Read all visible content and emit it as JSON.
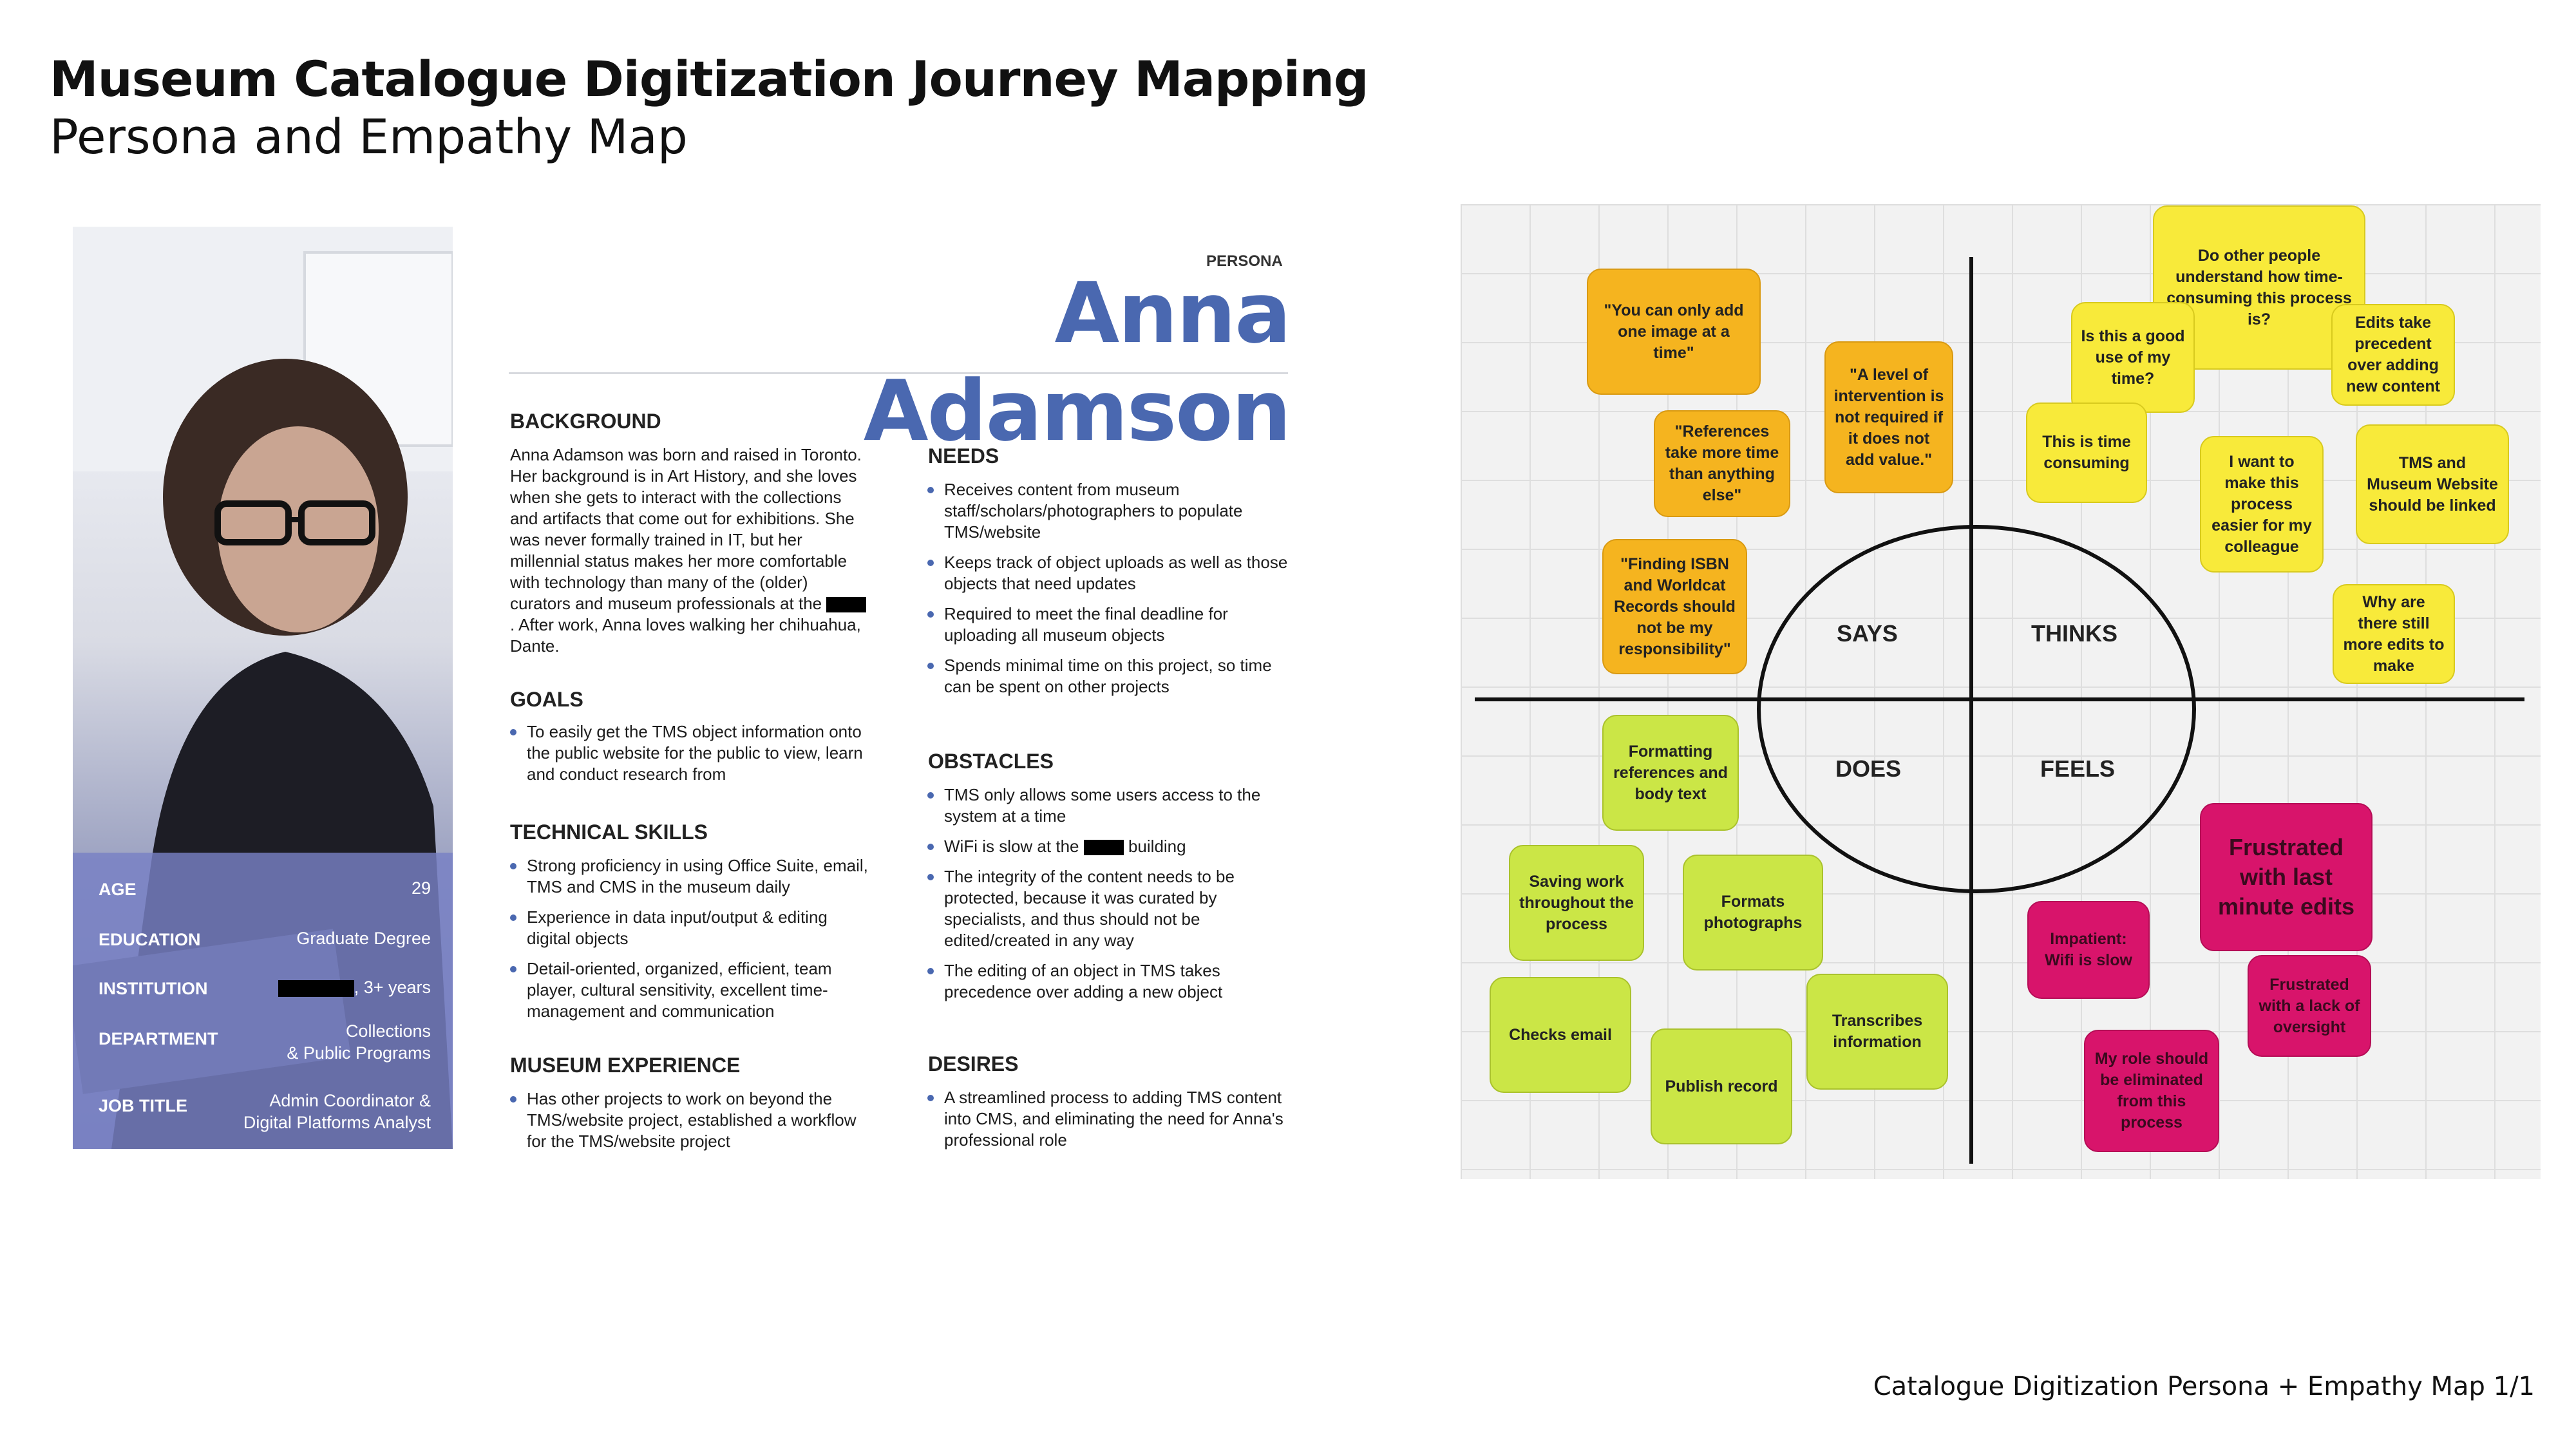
{
  "header": {
    "title": "Museum Catalogue Digitization Journey Mapping",
    "subtitle": "Persona and Empathy Map"
  },
  "footer": "Catalogue Digitization Persona + Empathy Map 1/1",
  "persona": {
    "tag": "PERSONA",
    "name": "Anna Adamson",
    "overlay": {
      "age_label": "AGE",
      "age_value": "29",
      "education_label": "EDUCATION",
      "education_value": "Graduate Degree",
      "institution_label": "INSTITUTION",
      "institution_value": ", 3+ years",
      "department_label": "DEPARTMENT",
      "department_value_1": "Collections",
      "department_value_2": "& Public Programs",
      "job_label": "JOB TITLE",
      "job_value_1": "Admin Coordinator &",
      "job_value_2": "Digital Platforms Analyst"
    },
    "background_h": "BACKGROUND",
    "background_text_1": "Anna Adamson was born and raised in Toronto. Her background is in Art History, and she loves when she gets to interact with the collections and artifacts that come out for exhibitions. She was never formally trained in IT, but her millennial status makes her more comfortable with technology than many of the (older) curators and museum professionals at the",
    "background_text_2": ". After work, Anna loves walking her chihuahua, Dante.",
    "goals_h": "GOALS",
    "goals": [
      "To easily get the TMS object information onto the public website for the public to view, learn and conduct research from"
    ],
    "skills_h": "TECHNICAL SKILLS",
    "skills": [
      "Strong proficiency in using Office Suite, email, TMS and CMS in the museum daily",
      "Experience in data input/output & editing digital objects",
      "Detail-oriented, organized, efficient, team player, cultural sensitivity, excellent time-management and communication"
    ],
    "experience_h": "MUSEUM EXPERIENCE",
    "experience": [
      "Has other projects to work on beyond the TMS/website project, established a workflow for the TMS/website project"
    ],
    "needs_h": "NEEDS",
    "needs": [
      "Receives content from museum staff/scholars/photographers to populate TMS/website",
      "Keeps track of object uploads as well as those objects that need updates",
      "Required to meet the final deadline for uploading all museum objects",
      "Spends minimal  time on this project, so time can be spent on other projects"
    ],
    "obstacles_h": "OBSTACLES",
    "obstacles_1": "TMS only allows some users access to the system at a time",
    "obstacles_2a": "WiFi is slow at the",
    "obstacles_2b": "building",
    "obstacles_3": "The integrity of the content needs to be protected, because it was curated by specialists, and thus should not be edited/created in any way",
    "obstacles_4": "The editing of an object in TMS takes precedence over adding a new object",
    "desires_h": "DESIRES",
    "desires": [
      "A streamlined process to adding TMS content into CMS, and eliminating the need for Anna's professional role"
    ]
  },
  "empathy_map": {
    "quadrants": {
      "says": "SAYS",
      "thinks": "THINKS",
      "does": "DOES",
      "feels": "FEELS"
    },
    "says": [
      "\"You can only add one image at a time\"",
      "\"References take more time than anything else\"",
      "\"A level of intervention is not required if it does not add value.\"",
      "\"Finding ISBN and Worldcat Records should not be my responsibility\""
    ],
    "thinks": [
      "Do other people understand how time-consuming this process is?",
      "Is this a good use of my time?",
      "Edits take precedent over adding new content",
      "This is time consuming",
      "I want to make this process easier for my colleague",
      "TMS and Museum Website should be linked",
      "Why are there still more edits to make"
    ],
    "does": [
      "Formatting references and body text",
      "Saving work throughout the process",
      "Formats photographs",
      "Checks email",
      "Transcribes information",
      "Publish record"
    ],
    "feels": [
      "Frustrated with last minute edits",
      "Impatient: Wifi is slow",
      "Frustrated with a lack of oversight",
      "My role should be eliminated from this process"
    ],
    "colors": {
      "says": "#f5b41f",
      "thinks": "#f8ea3a",
      "does": "#cbe646",
      "feels": "#d8146b"
    }
  }
}
